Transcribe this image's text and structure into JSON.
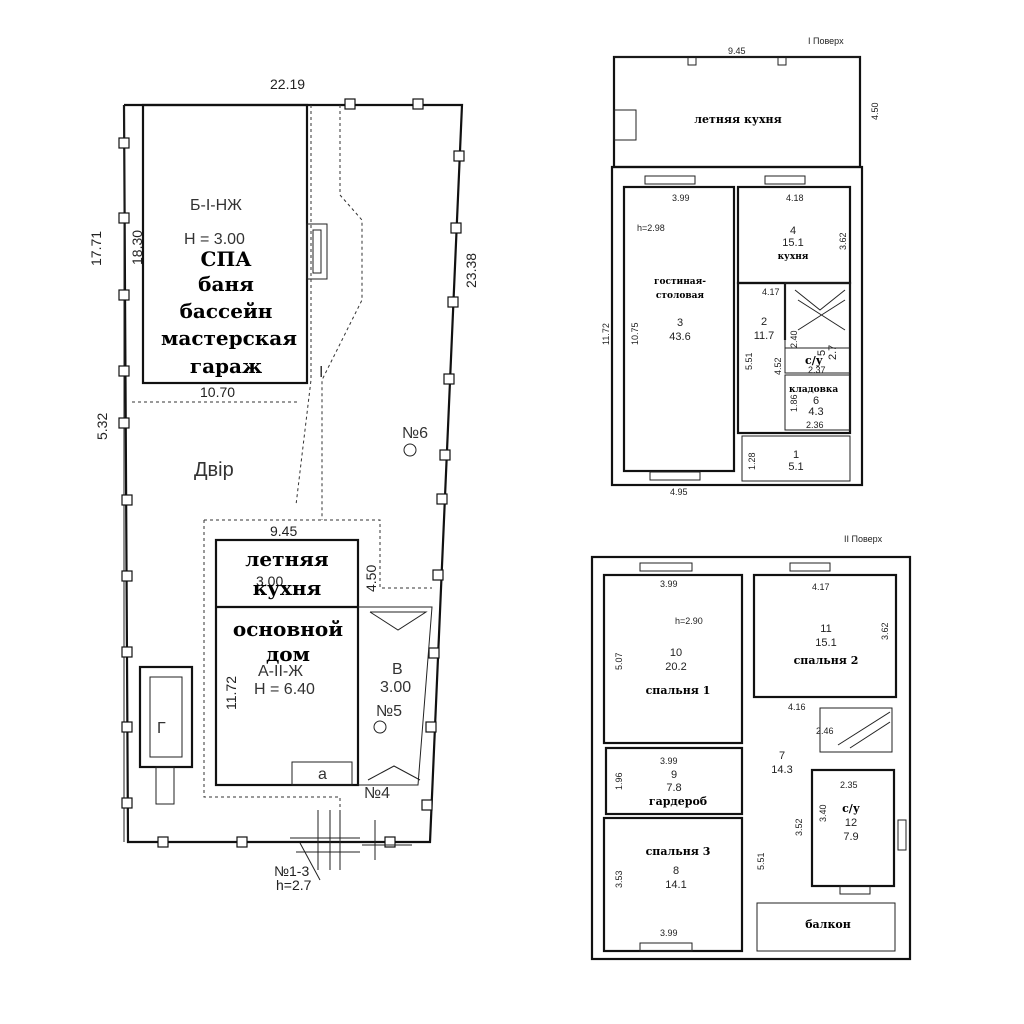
{
  "site": {
    "dim_top": "22.19",
    "dim_left": "17.71",
    "dim_left_inner": "18.30",
    "dim_right": "23.38",
    "dim_left_lower": "5.32",
    "bldg_b_code": "Б-І-НЖ",
    "bldg_b_height": "H = 3.00",
    "bldg_b_labels": [
      "СПА",
      "баня",
      "бассейн",
      "мастерская",
      "гараж"
    ],
    "bldg_b_width": "10.70",
    "roman_one": "I",
    "yard": "Двір",
    "well6": "№6",
    "well5": "№5",
    "well4": "№4",
    "main_width": "9.45",
    "kitchen_label_1": "летняя",
    "kitchen_label_2": "кухня",
    "kitchen_height": "3.00",
    "kitchen_depth": "4.50",
    "house_label_1": "основной",
    "house_label_2": "дом",
    "house_code": "А-ІІ-Ж",
    "house_height": "H = 6.40",
    "house_length": "11.72",
    "annex_v": "В",
    "annex_v_height": "3.00",
    "annex_a": "а",
    "annex_g": "Г",
    "gate_label": "№1-3",
    "gate_height": "h=2.7"
  },
  "floor1": {
    "title": "І Поверх",
    "dim_top": "9.45",
    "dim_right_top": "4.50",
    "summer_kitchen": "летняя кухня",
    "dim_399": "3.99",
    "dim_418": "4.18",
    "height_note": "h=2.98",
    "living_label_1": "гостиная-",
    "living_label_2": "столовая",
    "living_num": "3",
    "living_area": "43.6",
    "kitchen_num": "4",
    "kitchen_area": "15.1",
    "kitchen_label": "кухня",
    "dim_362": "3.62",
    "dim_417": "4.17",
    "hall_num": "2",
    "hall_area": "11.7",
    "dim_1172": "11.72",
    "dim_1075": "10.75",
    "dim_551": "5.51",
    "dim_452": "4.52",
    "dim_240": "2.40",
    "wc_label": "с/у",
    "wc_num": "5",
    "wc_area": "2.7",
    "dim_237": "2.37",
    "pantry_label": "кладовка",
    "pantry_num": "6",
    "pantry_area": "4.3",
    "dim_186": "1.86",
    "dim_236": "2.36",
    "entry_num": "1",
    "entry_area": "5.1",
    "dim_128": "1.28",
    "dim_495": "4.95"
  },
  "floor2": {
    "title": "ІІ Поверх",
    "dim_399_top": "3.99",
    "dim_417": "4.17",
    "height_note": "h=2.90",
    "bed1_num": "10",
    "bed1_area": "20.2",
    "bed1_label": "спальня 1",
    "dim_507": "5.07",
    "bed2_num": "11",
    "bed2_area": "15.1",
    "bed2_label": "спальня 2",
    "dim_362": "3.62",
    "dim_416": "4.16",
    "dim_246": "2.46",
    "hall_num": "7",
    "hall_area": "14.3",
    "dim_399_mid": "3.99",
    "ward_num": "9",
    "ward_area": "7.8",
    "ward_label": "гардероб",
    "dim_196": "1.96",
    "dim_235": "2.35",
    "wc_label": "с/у",
    "wc_num": "12",
    "wc_area": "7.9",
    "dim_352": "3.52",
    "dim_340": "3.40",
    "bed3_label": "спальня 3",
    "bed3_num": "8",
    "bed3_area": "14.1",
    "dim_353": "3.53",
    "dim_551": "5.51",
    "dim_399_bot": "3.99",
    "balcony": "балкон"
  }
}
